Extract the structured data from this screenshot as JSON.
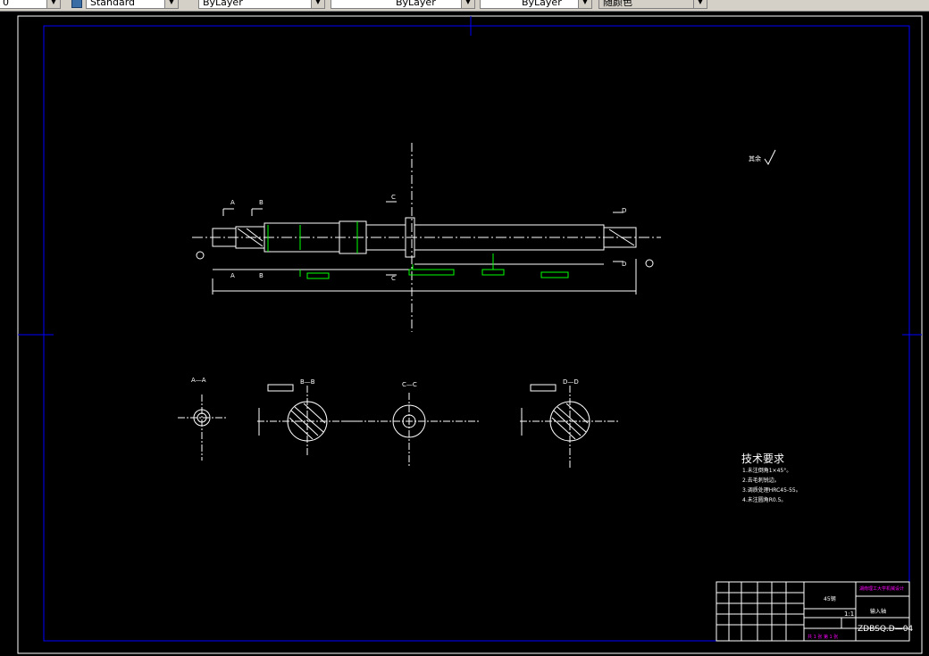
{
  "toolbar": {
    "left_combo_value": "0",
    "text_style_value": "Standard",
    "layer_value": "ByLayer",
    "linetype_value": "ByLayer",
    "lineweight_value": "ByLayer",
    "plotstyle_value": "随颜色"
  },
  "drawing": {
    "section_labels": [
      "A",
      "B",
      "C",
      "D"
    ],
    "section_view_titles": [
      "A—A",
      "B—B",
      "C—C",
      "D—D"
    ],
    "roughness_note": "其余",
    "tech_title": "技术要求",
    "tech_lines": [
      "1.未注倒角1×45°。",
      "2.去毛刺锐边。",
      "3.调质处理HRC45-55。",
      "4.未注圆角R0.5。"
    ]
  },
  "title_block": {
    "material": "45钢",
    "company": "湖南理工大学机械设计",
    "part_name": "输入轴",
    "scale": "1:1",
    "sheet_info": "共 1 张 第 1 张",
    "drawing_number": "ZDBSQ.D—04"
  },
  "colors": {
    "frame": "#0000ff",
    "geometry": "#ffffff",
    "dimension": "#00ff00",
    "titleblock_label": "#ff00ff",
    "ui_face": "#d4d0c8"
  }
}
